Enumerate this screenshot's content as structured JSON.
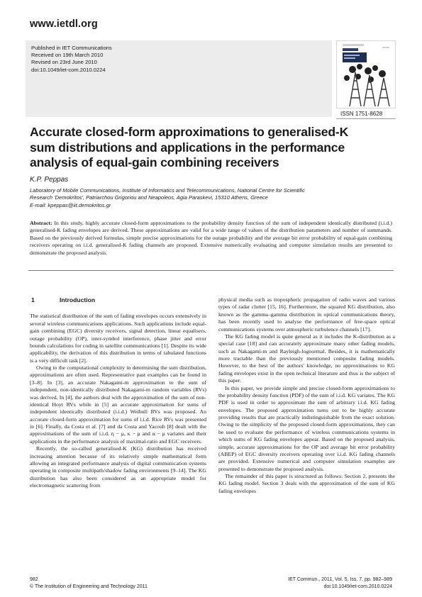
{
  "header": {
    "site": "www.ietdl.org",
    "meta_lines": [
      "Published in IET Communications",
      "Received on 19th March 2010",
      "Revised on 23rd June 2010",
      "doi:10.1049/iet-com.2010.0224"
    ],
    "issn": "ISSN 1751-8628"
  },
  "title_lines": [
    "Accurate closed-form approximations to generalised-K",
    "sum distributions and applications in the performance",
    "analysis of equal-gain combining receivers"
  ],
  "author": "K.P. Peppas",
  "affiliation_lines": [
    "Laboratory of Mobile Communications, Institute of Informatics and Telecommunications, National Centre for Scientific",
    "Research 'Demokritos', Patriarchou Grigoriou and Neapoleos, Agia Paraskevi, 15310 Athens, Greece",
    "E-mail: kpeppas@iit.demokritos.gr"
  ],
  "abstract": {
    "label": "Abstract:",
    "text": "In this study, highly accurate closed-form approximations to the probability density function of the sum of independent identically distributed (i.i.d.) generalised-K fading envelopes are derived. These approximations are valid for a wide range of values of the distribution parameters and number of summands. Based on the previously derived formulas, simple precise approximations for the outage probability and the average bit error probability of equal-gain combining receivers operating on i.i.d. generalised-K fading channels are proposed. Extensive numerically evaluating and computer simulation results are presented to demonstrate the proposed analysis."
  },
  "section": {
    "number": "1",
    "title": "Introduction"
  },
  "left_paragraphs": [
    "The statistical distribution of the sum of fading envelopes occurs extensively in several wireless communications applications. Such applications include equal-gain combining (EGC) diversity receivers, signal detection, linear equalisers, outage probability (OP), inter-symbol interference, phase jitter and error bounds calculations for coding in satellite communications [1]. Despite its wide applicability, the derivation of this distribution in terms of tabulated functions is a very difficult task [2].",
    "Owing to the computational complexity in determining the sum distribution, approximations are often used. Representative past examples can be found in [3–8]. In [3], an accurate Nakagami-m approximation to the sum of independent, non-identically distributed Nakagami-m random variables (RVs) was derived. In [4], the authors deal with the approximation of the sum of non-identical Hoyt RVs while in [5] an accurate approximation for sums of independent identically distributed (i.i.d.) Weibull RVs was proposed. An accurate closed-form approximation for sums of i.i.d. Rice RVs was presented in [6]. Finally, da Costa et al. [7] and da Costa and Yacoub [8] dealt with the approximations of the sum of i.i.d. η − μ, κ − μ and α − μ variates and their applications in the performance analysis of maximal-ratio and EGC receivers.",
    "Recently, the so-called generalised-K (KG) distribution has received increasing attention because of its relatively simple mathematical form allowing an integrated performance analysis of digital communication systems operating in composite multipath/shadow fading environments [9–14]. The KG distribution has also been considered as an appropriate model for electromagnetic scattering from"
  ],
  "right_paragraphs": [
    "physical media such as tropospheric propagation of radio waves and various types of radar clutter [15, 16]. Furthermore, the squared KG distribution, also known as the gamma–gamma distribution in optical communications theory, has been recently used to analyse the performance of free-space optical communications systems over atmospheric turbulence channels [17].",
    "The KG fading model is quite general as it includes the K-distribution as a special case [18] and can accurately approximate many other fading models, such as Nakagami-m and Rayleigh-lognormal. Besides, it is mathematically more tractable than the previously mentioned composite fading models. However, to the best of the authors' knowledge, no approximations to KG fading envelopes exist in the open technical literature and thus is the subject of this paper.",
    "In this paper, we provide simple and precise closed-form approximations to the probability density function (PDF) of the sum of i.i.d. KG variates. The KG PDF is used in order to approximate the sum of arbitrary i.i.d. KG fading envelopes. The proposed approximation turns out to be highly accurate providing results that are practically indistinguishable from the exact solution. Owing to the simplicity of the proposed closed-form approximations, they can be used to evaluate the performance of wireless communications systems in which sums of KG fading envelopes appear. Based on the proposed analysis, simple, accurate approximations for the OP and average bit error probability (ABEP) of EGC diversity receivers operating over i.i.d. KG fading channels are provided. Extensive numerical and computer simulation examples are presented to demonstrate the proposed analysis.",
    "The remainder of this paper is structured as follows: Section 2, presents the KG fading model. Section 3 deals with the approximation of the sum of KG fading envelopes"
  ],
  "footer": {
    "left_lines": [
      "982",
      "© The Institution of Engineering and Technology 2011"
    ],
    "right_lines": [
      "IET Commun., 2011, Vol. 5, Iss. 7, pp. 982–989",
      "doi:10.1049/iet-com.2010.0224"
    ]
  },
  "colors": {
    "meta_background": "#ececec",
    "text": "#1a1a1a",
    "link": "#3355aa"
  }
}
